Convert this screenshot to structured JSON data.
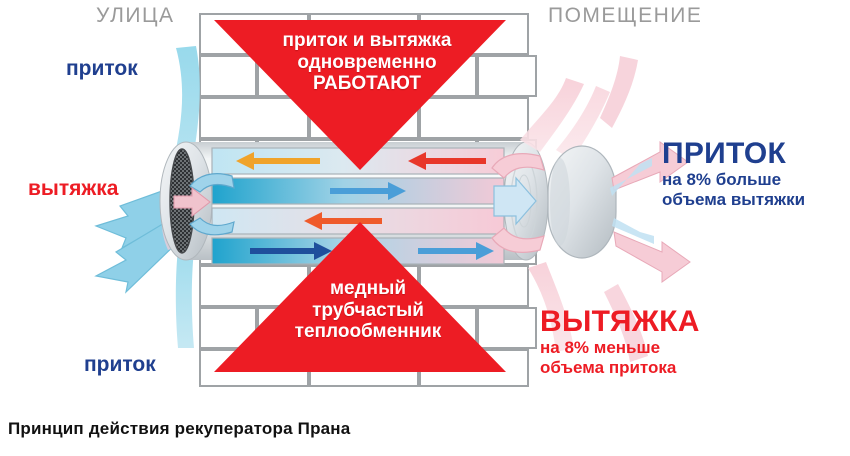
{
  "caption": "Принцип действия рекуператора Прана",
  "zones": {
    "outside": "УЛИЦА",
    "inside": "ПОМЕЩЕНИЕ"
  },
  "street_labels": {
    "supply_top": "приток",
    "supply_bottom": "приток",
    "exhaust": "вытяжка"
  },
  "banners": {
    "top": {
      "line1": "приток и вытяжка",
      "line2": "одновременно",
      "line3": "РАБОТАЮТ"
    },
    "bottom": {
      "line1": "медный",
      "line2": "трубчастый",
      "line3": "теплообменник"
    }
  },
  "callouts": {
    "supply": {
      "heading": "ПРИТОК",
      "line1": "на 8% больше",
      "line2": "объема вытяжки"
    },
    "exhaust": {
      "heading": "ВЫТЯЖКА",
      "line1": "на 8% меньше",
      "line2": "объема притока"
    }
  },
  "colors": {
    "red": "#ed1c24",
    "navy": "#1f3f8f",
    "zone_gray": "#9a9a9a",
    "brick_stroke": "#9fa3a6",
    "cyan": "#2aa6cc",
    "pink": "#f3c3cd",
    "orange": "#f0a32a",
    "body_gray": "#d9dde0"
  },
  "channels": [
    {
      "name": "exhaust-upper-out",
      "direction": "left",
      "arrow_color": "#f0a32a",
      "fill_from": "#b9e3f2",
      "fill_to": "#f6cdd8"
    },
    {
      "name": "supply-upper-in",
      "direction": "right",
      "arrow_color": "#3d9bd6",
      "fill_from": "#2aa6cc",
      "fill_to": "#f6cdd8"
    },
    {
      "name": "exhaust-lower-out",
      "direction": "left",
      "arrow_color": "#ef5a2a",
      "fill_from": "#cfe8f4",
      "fill_to": "#f6cdd8"
    },
    {
      "name": "supply-lower-in",
      "direction": "right",
      "arrow_color": "#1f4f9c",
      "fill_from": "#2aa6cc",
      "fill_to": "#f6cdd8"
    }
  ],
  "channels_right_arrows": [
    {
      "name": "exhaust-upper-right-arrow",
      "direction": "left",
      "arrow_color": "#e8372a"
    },
    {
      "name": "supply-upper-right-arrow",
      "direction": "right",
      "arrow_color": "#4a9ed8"
    },
    {
      "name": "exhaust-lower-right-arrow",
      "direction": "left",
      "arrow_color": "#e8372a"
    },
    {
      "name": "supply-lower-right-arrow",
      "direction": "right",
      "arrow_color": "#4a9ed8"
    }
  ]
}
